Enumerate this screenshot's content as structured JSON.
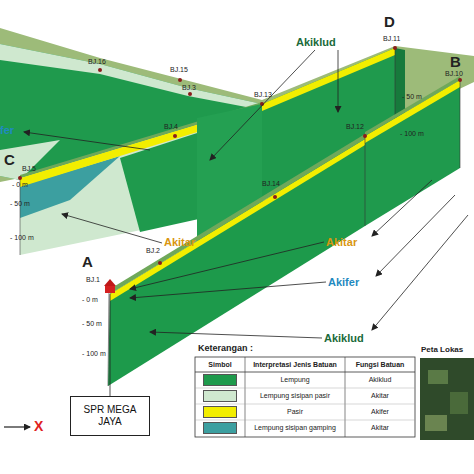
{
  "diagram": {
    "nodes": [
      {
        "text": [
          "SPR MEGA JAYA"
        ]
      }
    ],
    "labels": [
      "BJ.16",
      "BJ.15",
      "BJ.3",
      "Akiklud",
      "D",
      "BJ.11",
      "- 50 m",
      "- 100 m",
      "B",
      "BJ.10",
      "BJ.13",
      "BJ.4",
      "BJ.12",
      "fer",
      "C",
      "BJ.5",
      "- 0 m",
      "- 50 m",
      "- 100 m",
      "BJ.14",
      "BJ.2",
      "Akitar",
      "A",
      "BJ.1",
      "- 0 m",
      "- 50 m",
      "- 100 m",
      "Akitar",
      "Akifer",
      "Akiklud",
      "X",
      "Keterangan :",
      "Simbol",
      "Interpretasi Jenis Batuan",
      "Fungsi Batuan",
      "Akiklud",
      "Akitar",
      "Akifer",
      "Akitar",
      "Peta Lokas"
    ],
    "legend": [
      {
        "text": "Lempung",
        "color": "#1e9a4c"
      },
      {
        "text": "Lempung sisipan pasir",
        "color": "#cfe8cf"
      },
      {
        "text": "Pasir",
        "color": "#f2ee00"
      },
      {
        "text": "Lempung sisipan gamping",
        "color": "#3c9fa0"
      }
    ]
  }
}
